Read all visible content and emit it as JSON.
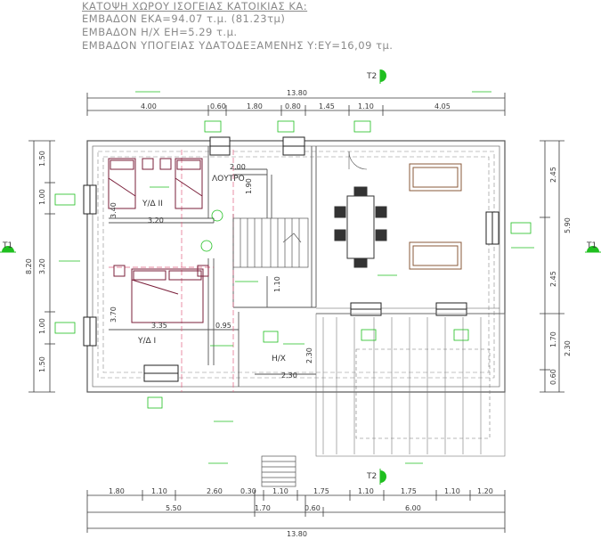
{
  "header": {
    "title": "ΚΑΤΟΨΗ ΧΩΡΟΥ ΙΣΟΓΕΙΑΣ ΚΑΤΟΙΚΙΑΣ ΚΑ:",
    "line1": "ΕΜΒΑΔΟΝ ΕΚΑ=94.07 τ.μ. (81.23τμ)",
    "line2": "ΕΜΒΑΔΟΝ Η/Χ ΕΗ=5.29 τ.μ.",
    "line3": "ΕΜΒΑΔΟΝ ΥΠΟΓΕΙΑΣ ΥΔΑΤΟΔΕΞΑΜΕΝΗΣ Υ:ΕΥ=16,09 τμ."
  },
  "section_marks": {
    "t1_left": "T1",
    "t1_right": "T1",
    "t2_top": "T2",
    "t2_bottom": "T2"
  },
  "dims_top": {
    "total": "13.80",
    "segments": [
      "4.00",
      "0.60",
      "1.80",
      "0.80",
      "1.45",
      "1.10",
      "4.05"
    ]
  },
  "dims_bottom": {
    "row1": [
      "1.80",
      "1.10",
      "2.60",
      "0.30",
      "1.10",
      "1.75",
      "1.10",
      "1.75",
      "1.10",
      "1.20"
    ],
    "row2": [
      "5.50",
      "1.70",
      "0.60",
      "6.00"
    ],
    "total": "13.80"
  },
  "dims_left": {
    "segments": [
      "1.50",
      "1.00",
      "3.20",
      "1.00",
      "1.50"
    ],
    "total": "8.20"
  },
  "dims_right": {
    "inner": [
      "2.45",
      "2.45",
      "1.70",
      "0.60"
    ],
    "outer": [
      "5.90",
      "2.30"
    ]
  },
  "rooms": {
    "bedroom2": "Υ/Δ ΙΙ",
    "bedroom1": "Υ/Δ Ι",
    "bath": "ΛΟΥΤΡΟ",
    "wc": "Η/Χ"
  },
  "interior_dims": [
    "2.00",
    "1.90",
    "3.40",
    "3.20",
    "1.10",
    "3.70",
    "3.35",
    "0.95",
    "2.30",
    "2.30"
  ],
  "colors": {
    "wall": "#555555",
    "dim": "#3a3a3a",
    "green": "#1fbf1f",
    "furniture": "#7a1f3a",
    "dash": "#e06080"
  }
}
